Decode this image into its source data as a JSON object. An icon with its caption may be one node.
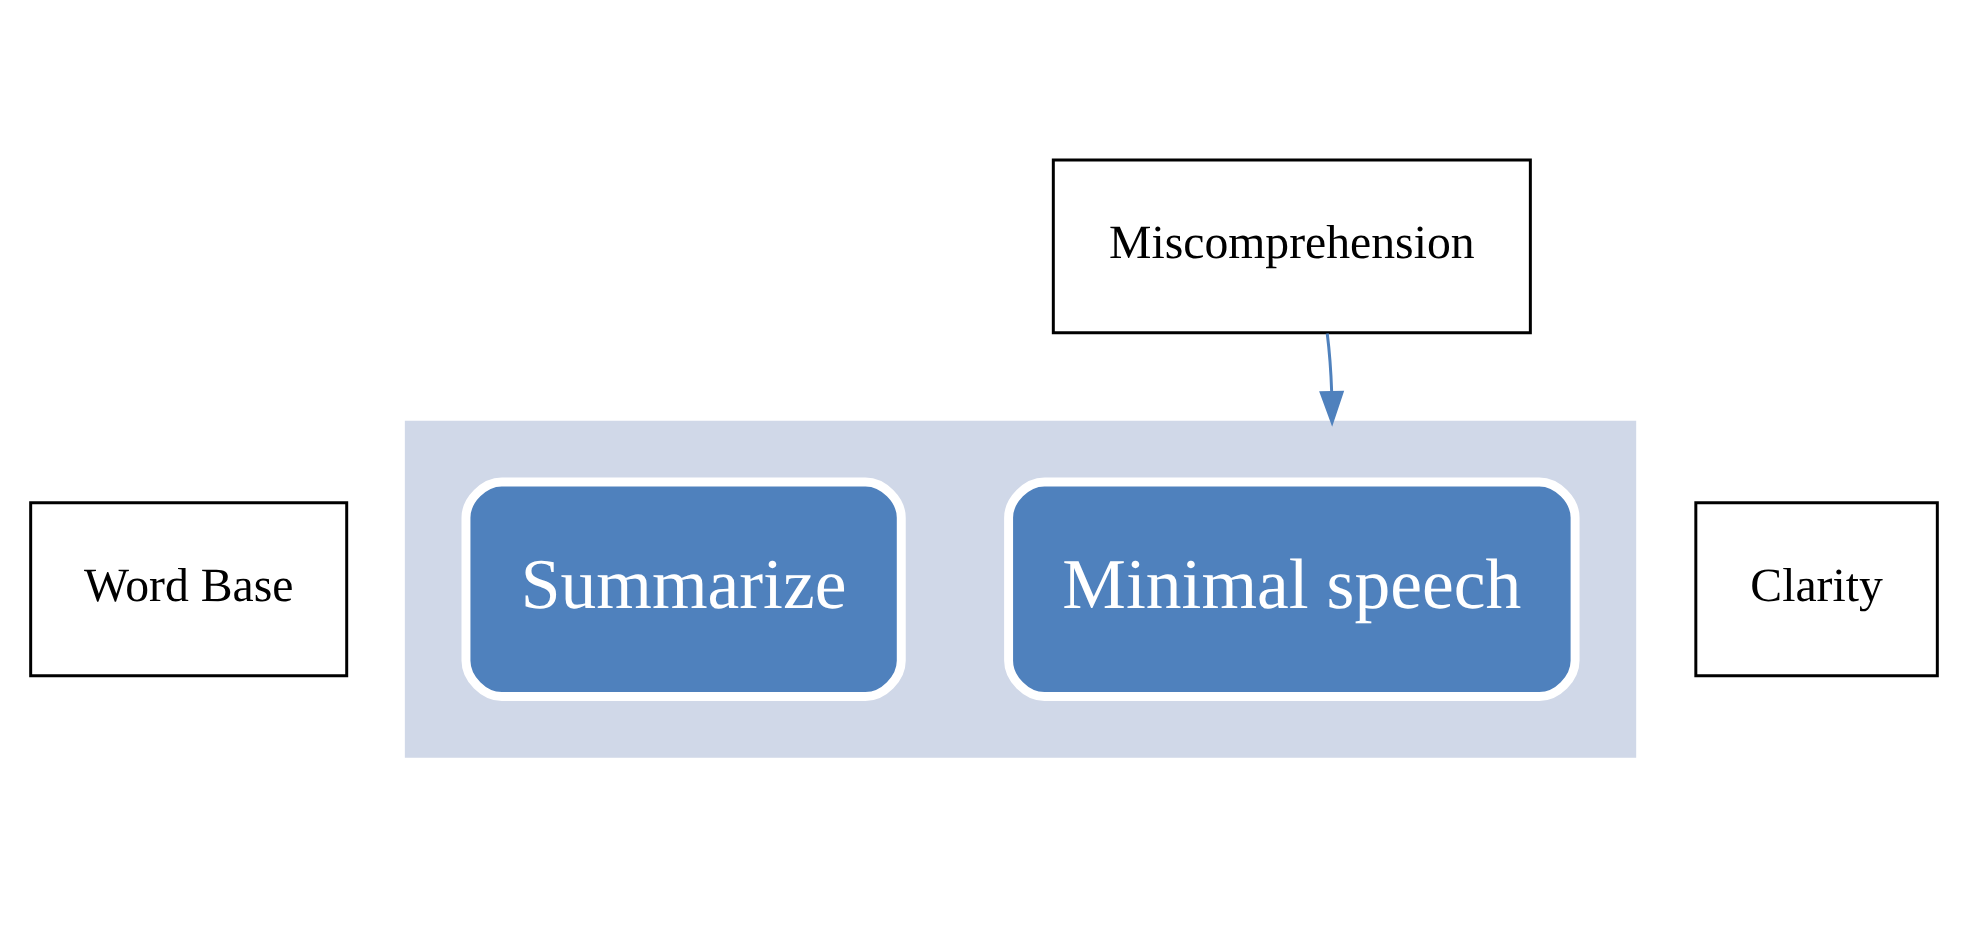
{
  "diagram": {
    "nodes": [
      {
        "text": [
          "Miscomprehension"
        ]
      },
      {
        "text": [
          "Word Base"
        ]
      },
      {
        "text": [],
        "shape": "arrow"
      },
      {
        "text": [
          "Minimal speech"
        ],
        "in": 2
      },
      {
        "text": [
          "Summarize"
        ],
        "in": 2
      },
      {
        "text": [
          "Clarity"
        ]
      }
    ],
    "edges": [
      {
        "from": 0,
        "to": 2,
        "arrow": "to"
      }
    ]
  }
}
